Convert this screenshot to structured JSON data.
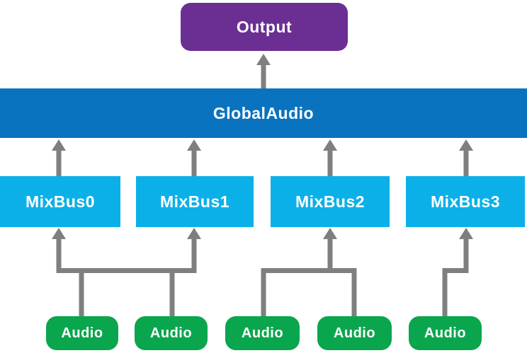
{
  "diagram": {
    "title_hint": "audio-routing-hierarchy",
    "colors": {
      "background": "#ffffff",
      "output_fill": "#6b2f94",
      "global_audio_fill": "#0a73bf",
      "mixbus_fill": "#0cb0e8",
      "audio_fill": "#0aa64e",
      "wire": "#7f7f7f",
      "label_text": "#ffffff"
    },
    "nodes": {
      "output": {
        "label": "Output"
      },
      "global_audio": {
        "label": "GlobalAudio"
      },
      "mix_buses": [
        {
          "label": "MixBus0"
        },
        {
          "label": "MixBus1"
        },
        {
          "label": "MixBus2"
        },
        {
          "label": "MixBus3"
        }
      ],
      "audio_inputs": [
        {
          "label": "Audio"
        },
        {
          "label": "Audio"
        },
        {
          "label": "Audio"
        },
        {
          "label": "Audio"
        },
        {
          "label": "Audio"
        }
      ]
    },
    "connections": [
      {
        "from": "GlobalAudio",
        "to": "Output"
      },
      {
        "from": "MixBus0",
        "to": "GlobalAudio"
      },
      {
        "from": "MixBus1",
        "to": "GlobalAudio"
      },
      {
        "from": "MixBus2",
        "to": "GlobalAudio"
      },
      {
        "from": "MixBus3",
        "to": "GlobalAudio"
      },
      {
        "from": "Audio#1",
        "to": "MixBus0"
      },
      {
        "from": "Audio#1",
        "to": "MixBus1"
      },
      {
        "from": "Audio#2",
        "to": "MixBus0"
      },
      {
        "from": "Audio#2",
        "to": "MixBus1"
      },
      {
        "from": "Audio#3",
        "to": "MixBus2"
      },
      {
        "from": "Audio#4",
        "to": "MixBus2"
      },
      {
        "from": "Audio#5",
        "to": "MixBus3"
      }
    ]
  }
}
